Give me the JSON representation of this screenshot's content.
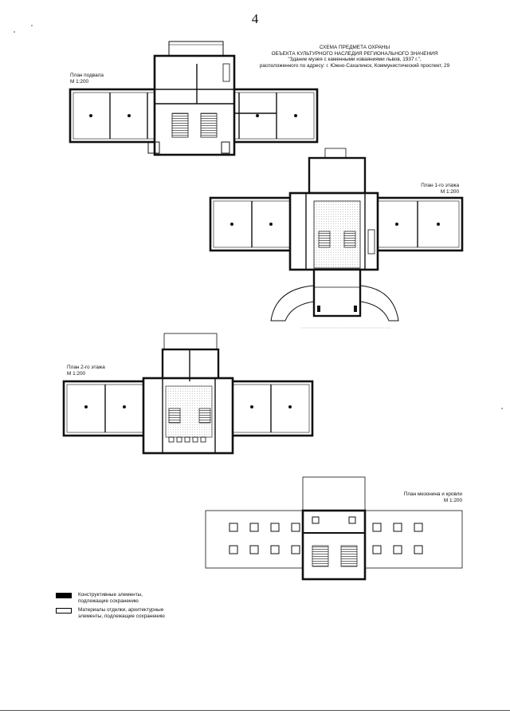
{
  "page_number": "4",
  "title": {
    "line1": "СХЕМА ПРЕДМЕТА ОХРАНЫ",
    "line2": "ОБЪЕКТА КУЛЬТУРНОГО НАСЛЕДИЯ РЕГИОНАЛЬНОГО ЗНАЧЕНИЯ",
    "line3": "\"Здание музея с каменными изваяниями львов, 1937 г.\",",
    "line4": "расположенного по адресу: г. Южно-Сахалинск, Коммунистический проспект, 29"
  },
  "plans": [
    {
      "name": "План подвала",
      "scale": "М 1:200"
    },
    {
      "name": "План 1-го этажа",
      "scale": "М 1:200"
    },
    {
      "name": "План 2-го этажа",
      "scale": "М 1:200"
    },
    {
      "name": "План мезонина и кровли",
      "scale": "М 1:200"
    }
  ],
  "legend": [
    {
      "line1": "Конструктивные элементы,",
      "line2": "подлежащие сохранению",
      "fill": "#000000"
    },
    {
      "line1": "Материалы отделки, архитектурные",
      "line2": "элементы, подлежащие сохранению",
      "fill": "#ffffff"
    }
  ],
  "colors": {
    "ink": "#111111",
    "wall": "#1a1a1a",
    "hatch": "#888888"
  }
}
